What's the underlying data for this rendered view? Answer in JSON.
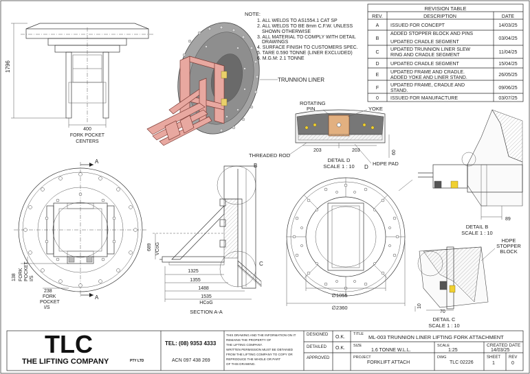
{
  "notes": {
    "title": "NOTE:",
    "lines": [
      "1. ALL WELDS TO AS1554.1 CAT SP",
      "2. ALL WELDS TO BE 8mm C.F.W. UNLESS",
      "SHOWN OTHERWISE",
      "3. ALL MATERIAL TO COMPLY WITH DETAIL",
      "DRAWINGS",
      "4. SURFACE FINISH TO CUSTOMERS SPEC.",
      "5. TARE 0.590 TONNE (LINER EXCLUDED)",
      "6. M.G.M: 2.1 TONNE"
    ]
  },
  "revision_table": {
    "title": "REVISION TABLE",
    "headers": [
      "REV.",
      "DESCRIPTION",
      "DATE"
    ],
    "rows": [
      {
        "rev": "A",
        "desc": [
          "ISSUED FOR CONCEPT"
        ],
        "date": "14/03/25"
      },
      {
        "rev": "B",
        "desc": [
          "ADDED STOPPER BLOCK AND PINS",
          "UPDATED CRADLE SEGMENT"
        ],
        "date": "03/04/25"
      },
      {
        "rev": "C",
        "desc": [
          "UPDATED TRUNNION LINER SLEW",
          "RING AND CRADLE SEGMENT"
        ],
        "date": "11/04/25"
      },
      {
        "rev": "D",
        "desc": [
          "UPDATED CRADLE SEGMENT"
        ],
        "date": "15/04/25"
      },
      {
        "rev": "E",
        "desc": [
          "UPDATED FRAME AND CRADLE.",
          "ADDED YOKE AND LINER STAND."
        ],
        "date": "26/05/25"
      },
      {
        "rev": "F",
        "desc": [
          "UPDATED FRAME, CRADLE AND",
          "STAND."
        ],
        "date": "09/06/25"
      },
      {
        "rev": "0",
        "desc": [
          "ISSUED FOR MANUFACTURE"
        ],
        "date": "03/07/25"
      }
    ]
  },
  "labels": {
    "trunnion_liner": "TRUNNION LINER",
    "rotating_pin_1": "ROTATING",
    "rotating_pin_2": "PIN",
    "yoke": "YOKE",
    "threaded_rod": "THREADED ROD",
    "hdpe_pad": "HDPE PAD",
    "hdpe_stopper_1": "HDPE",
    "hdpe_stopper_2": "STOPPER",
    "hdpe_stopper_3": "BLOCK",
    "detail_d_1": "DETAIL D",
    "detail_d_2": "SCALE 1 : 10",
    "detail_b_1": "DETAIL B",
    "detail_b_2": "SCALE 1 : 10",
    "detail_c_1": "DETAIL C",
    "detail_c_2": "SCALE 1 : 10",
    "section_aa": "SECTION A-A",
    "fork_pocket_centers_1": "FORK POCKET",
    "fork_pocket_centers_2": "CENTERS",
    "fork_pocket_is_1": "FORK",
    "fork_pocket_is_2": "POCKET",
    "fork_pocket_is_3": "I/S",
    "fork_pocket_is_b1": "FORK",
    "fork_pocket_is_b2": "POCKET",
    "fork_pocket_is_b3": "I/S",
    "vcog": "VCoG",
    "hcog": "HCoG",
    "callout_a_top": "A",
    "callout_a_bottom": "A",
    "callout_b": "B",
    "callout_c": "C",
    "callout_d": "D"
  },
  "dimensions": {
    "d1796": "1796",
    "d400": "400",
    "d203a": "203",
    "d203b": "203",
    "d60": "60",
    "d138": "138",
    "d238": "238",
    "d689": "689",
    "d1325": "1325",
    "d1355": "1355",
    "d1488": "1488",
    "d1535": "1535",
    "d1055": "∅1055",
    "d2360": "∅2360",
    "d89": "89",
    "d70": "70",
    "d10": "10"
  },
  "title_block": {
    "logo": "TLC",
    "company": "THE LIFTING COMPANY",
    "pty": "PTY LTD",
    "tel": "TEL: (08) 9353 4333",
    "acn": "ACN 097 438 269",
    "disclaimer": [
      "THIS DRAWING AND THE INFORMATION ON IT",
      "REMAINS THE PROPERTY OF",
      "THE LIFTING COMPANY.",
      "WRITTEN PERMISSION MUST BE OBTAINED",
      "FROM THE LIFTING COMPANY TO COPY OR",
      "REPRODUCE THE WHOLE OR PART",
      "OF THIS DRAWING."
    ],
    "designed_label": "DESIGNED",
    "designed_value": "O.K.",
    "detailed_label": "DETAILED",
    "detailed_value": "O.K.",
    "approved_label": "APPROVED",
    "title_label": "TITLE",
    "title_value": "ML-003 TRUNNION LINER LIFTING FORK ATTACHMENT",
    "size_label": "SIZE",
    "size_value": "1.6 TONNE W.L.L.",
    "scale_label": "SCALE",
    "scale_value": "1:25",
    "created_label": "CREATED DATE",
    "created_value": "14/03/25",
    "project_label": "PROJECT",
    "project_value": "FORKLIFT ATTACH",
    "dwg_label": "DWG",
    "dwg_value": "TLC 02226",
    "sheet_label": "SHEET",
    "sheet_value": "1",
    "rev_label": "REV",
    "rev_value": "0"
  },
  "colors": {
    "frame": "#e8a8a0",
    "frame_stroke": "#7a3a34",
    "disc": "#9a9a9a",
    "accent": "#e0b020"
  }
}
